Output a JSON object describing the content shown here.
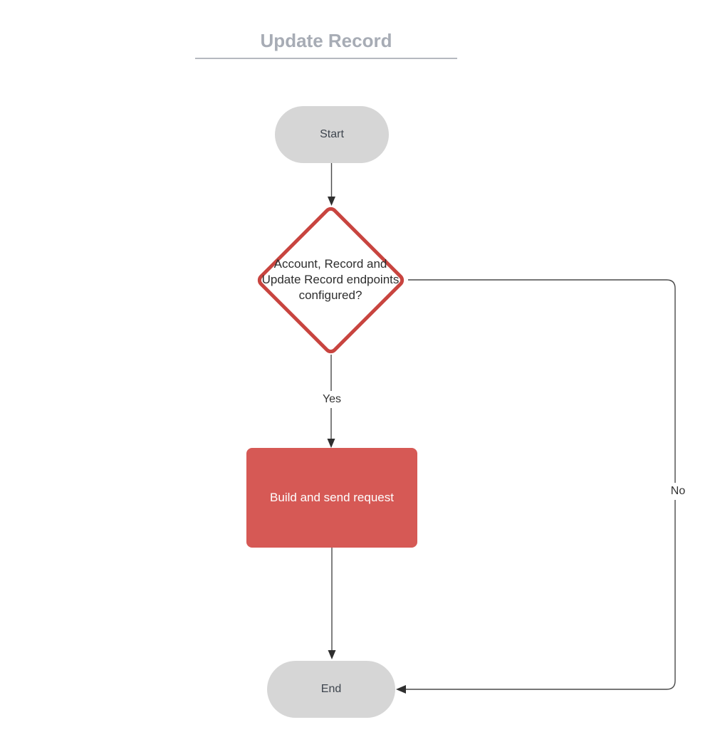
{
  "diagram": {
    "title": "Update Record",
    "nodes": {
      "start": {
        "label": "Start",
        "type": "terminator"
      },
      "decision": {
        "label": "Account, Record and Update Record endpoints configured?",
        "type": "decision",
        "lines": [
          "Account, Record and",
          "Update Record endpoints",
          "configured?"
        ]
      },
      "process": {
        "label": "Build and send request",
        "type": "process"
      },
      "end": {
        "label": "End",
        "type": "terminator"
      }
    },
    "edges": [
      {
        "from": "start",
        "to": "decision",
        "label": ""
      },
      {
        "from": "decision",
        "to": "process",
        "label": "Yes"
      },
      {
        "from": "process",
        "to": "end",
        "label": ""
      },
      {
        "from": "decision",
        "to": "end",
        "label": "No"
      }
    ],
    "colors": {
      "terminator_fill": "#d6d6d6",
      "decision_stroke": "#c8443f",
      "process_fill": "#d65955",
      "title_text": "#a7acb5",
      "title_underline": "#b5b9c0",
      "connector_line": "#4a4a4a",
      "arrowhead": "#2f2f2f",
      "node_text_dark": "#3e454e",
      "node_text_light": "#ffffff",
      "background": "#ffffff"
    }
  }
}
